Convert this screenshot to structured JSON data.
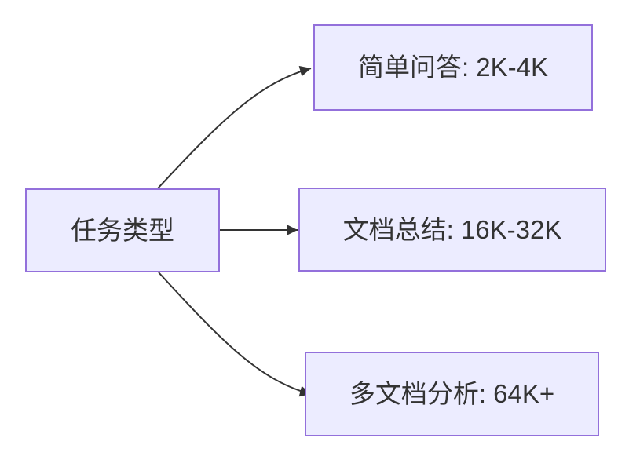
{
  "diagram": {
    "type": "flowchart",
    "direction": "LR",
    "theme": {
      "background": "#ffffff",
      "node_fill": "#ECECFF",
      "node_border": "#9370DB",
      "edge_color": "#333333",
      "text_color": "#333333"
    },
    "nodes": [
      {
        "id": "task-type",
        "label": "任务类型"
      },
      {
        "id": "simple-qa",
        "label": "简单问答: 2K-4K"
      },
      {
        "id": "doc-summary",
        "label": "文档总结: 16K-32K"
      },
      {
        "id": "multi-doc",
        "label": "多文档分析: 64K+"
      }
    ],
    "edges": [
      {
        "from": "task-type",
        "to": "simple-qa"
      },
      {
        "from": "task-type",
        "to": "doc-summary"
      },
      {
        "from": "task-type",
        "to": "multi-doc"
      }
    ]
  }
}
